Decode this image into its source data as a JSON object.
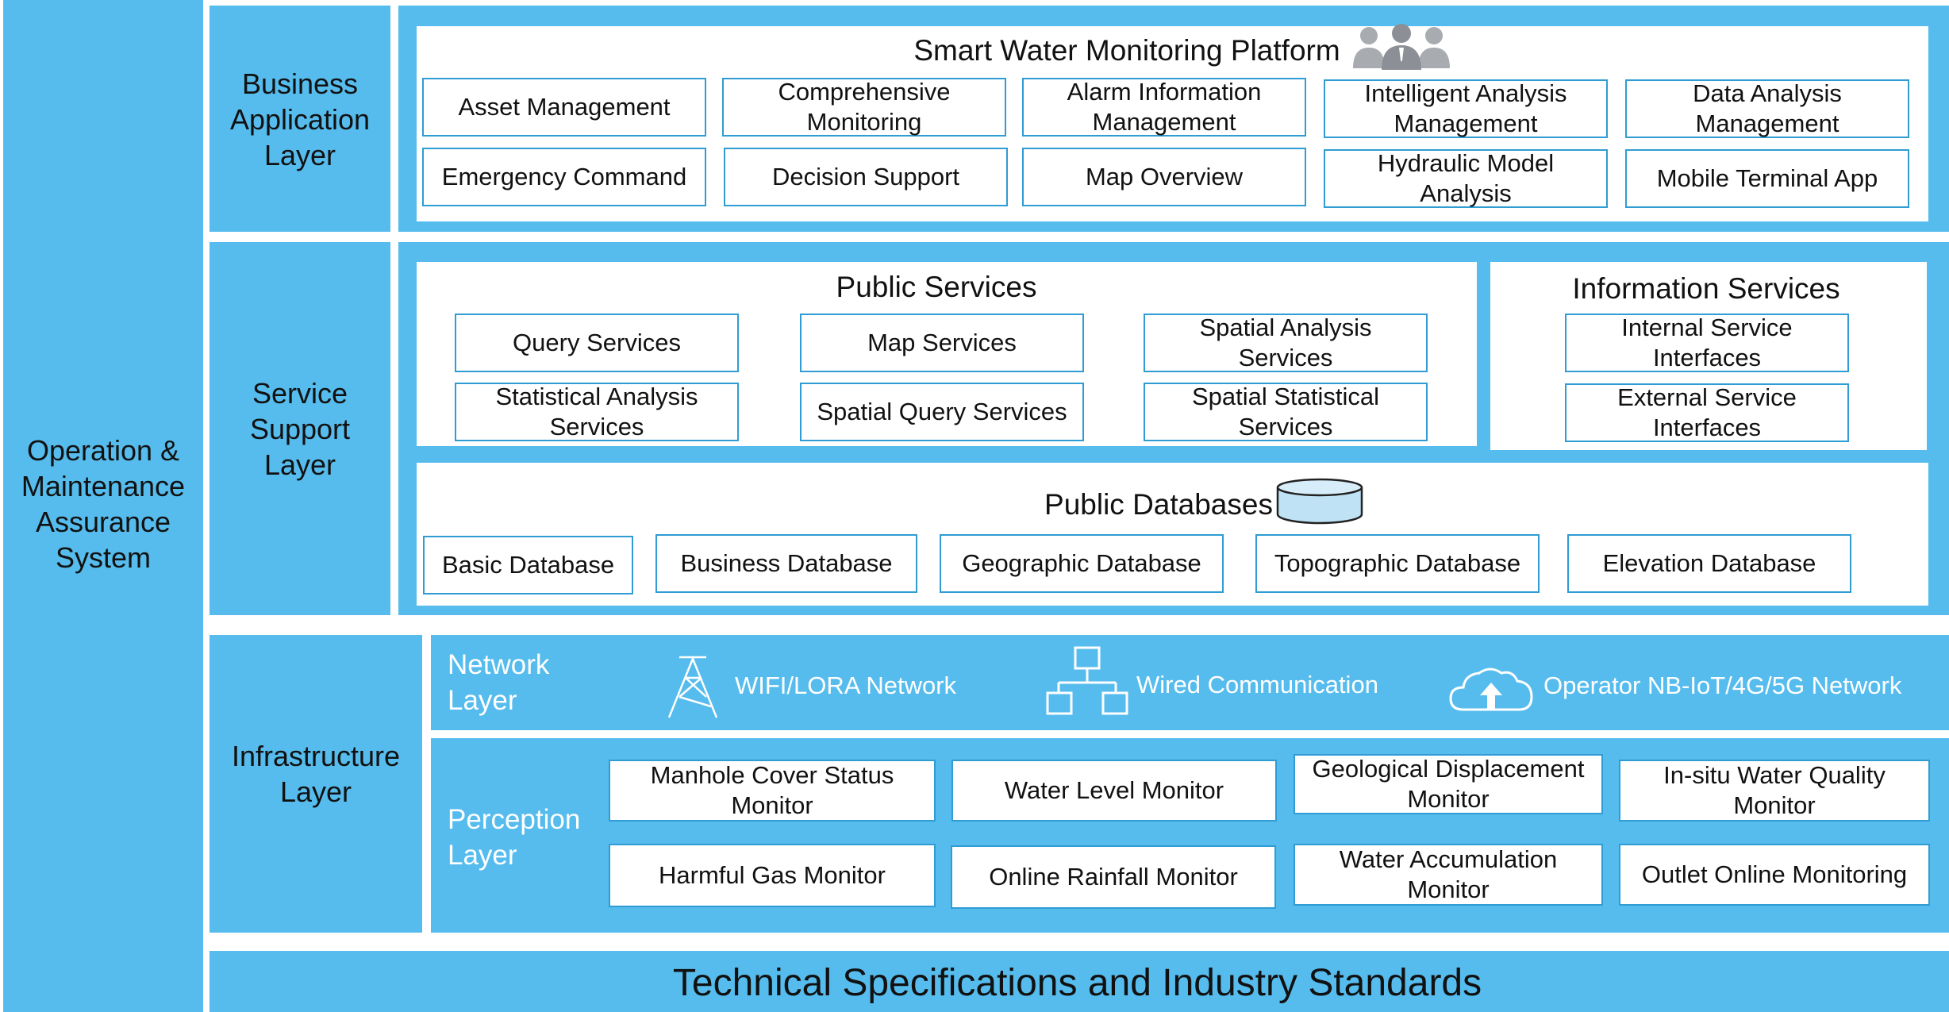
{
  "colors": {
    "layer_blue": "#56bced",
    "box_border": "#2f9cd3",
    "panel": "#ffffff"
  },
  "left_column": {
    "label": "Operation & Maintenance Assurance System"
  },
  "business": {
    "layer_label": "Business Application Layer",
    "platform_title": "Smart Water Monitoring Platform",
    "platform_icon": "people-group-icon",
    "modules": [
      "Asset Management",
      "Comprehensive Monitoring",
      "Alarm Information Management",
      "Intelligent Analysis Management",
      "Data Analysis Management",
      "Emergency Command",
      "Decision Support",
      "Map Overview",
      "Hydraulic Model Analysis",
      "Mobile Terminal App"
    ]
  },
  "service": {
    "layer_label": "Service Support Layer",
    "public_services": {
      "title": "Public Services",
      "items": [
        "Query Services",
        "Map Services",
        "Spatial Analysis Services",
        "Statistical Analysis Services",
        "Spatial Query Services",
        "Spatial Statistical Services"
      ]
    },
    "information_services": {
      "title": "Information Services",
      "items": [
        "Internal Service Interfaces",
        "External Service Interfaces"
      ]
    },
    "public_databases": {
      "title": "Public Databases",
      "icon": "database-cylinder-icon",
      "items": [
        "Basic Database",
        "Business Database",
        "Geographic Database",
        "Topographic Database",
        "Elevation Database"
      ]
    }
  },
  "infrastructure": {
    "layer_label": "Infrastructure Layer",
    "network": {
      "label": "Network Layer",
      "items": [
        {
          "label": "WIFI/LORA Network",
          "icon": "antenna-tower-icon"
        },
        {
          "label": "Wired Communication",
          "icon": "network-topology-icon"
        },
        {
          "label": "Operator NB-IoT/4G/5G Network",
          "icon": "cloud-upload-icon"
        }
      ]
    },
    "perception": {
      "label": "Perception Layer",
      "items": [
        "Manhole Cover Status Monitor",
        "Water Level Monitor",
        "Geological Displacement Monitor",
        "In-situ Water Quality Monitor",
        "Harmful Gas Monitor",
        "Online Rainfall Monitor",
        "Water Accumulation Monitor",
        "Outlet Online Monitoring"
      ]
    }
  },
  "footer": {
    "label": "Technical Specifications and Industry Standards"
  }
}
